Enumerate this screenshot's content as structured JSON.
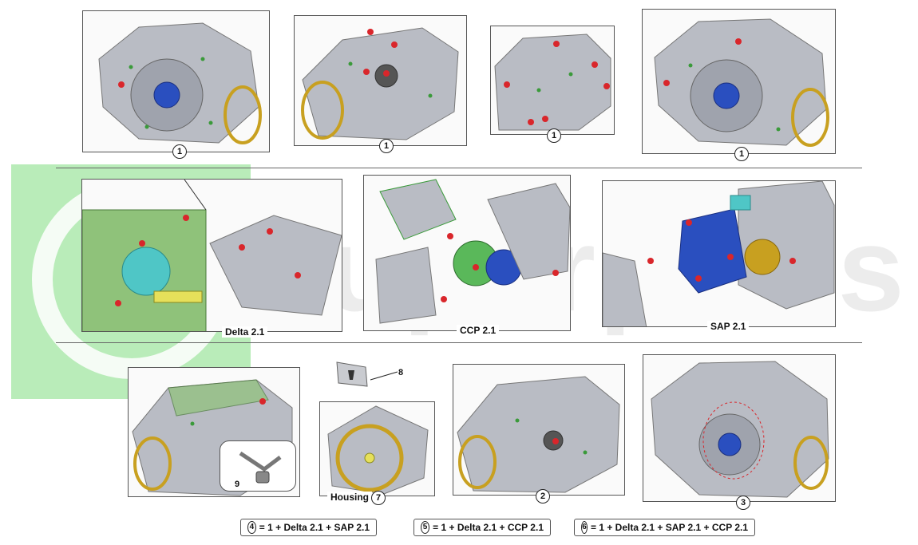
{
  "panels": [
    {
      "callout": "1"
    },
    {
      "callout": "1"
    },
    {
      "callout": "1"
    },
    {
      "callout": "1"
    },
    {
      "caption": "Delta 2.1"
    },
    {
      "caption": "CCP 2.1"
    },
    {
      "caption": "SAP 2.1"
    },
    {
      "callout": "2"
    },
    {
      "callout": "3"
    }
  ],
  "housing": {
    "label": "Housing",
    "callout": "7"
  },
  "part_labels": {
    "badge": "8",
    "connector": "9"
  },
  "formulas": [
    {
      "num": "4",
      "text": "= 1 + Delta 2.1 + SAP 2.1"
    },
    {
      "num": "5",
      "text": "= 1 + Delta 2.1 + CCP 2.1"
    },
    {
      "num": "6",
      "text": "= 1 + Delta 2.1 + SAP 2.1 + CCP 2.1"
    }
  ],
  "watermark": {
    "text": "zuperparts",
    "color": "#7fdc7f"
  },
  "colors": {
    "housing": "#b9bcc4",
    "bolt": "#3a9a3a",
    "marker": "#d9262b",
    "seal": "#c8a020",
    "clutch": "#2a4fbf"
  }
}
